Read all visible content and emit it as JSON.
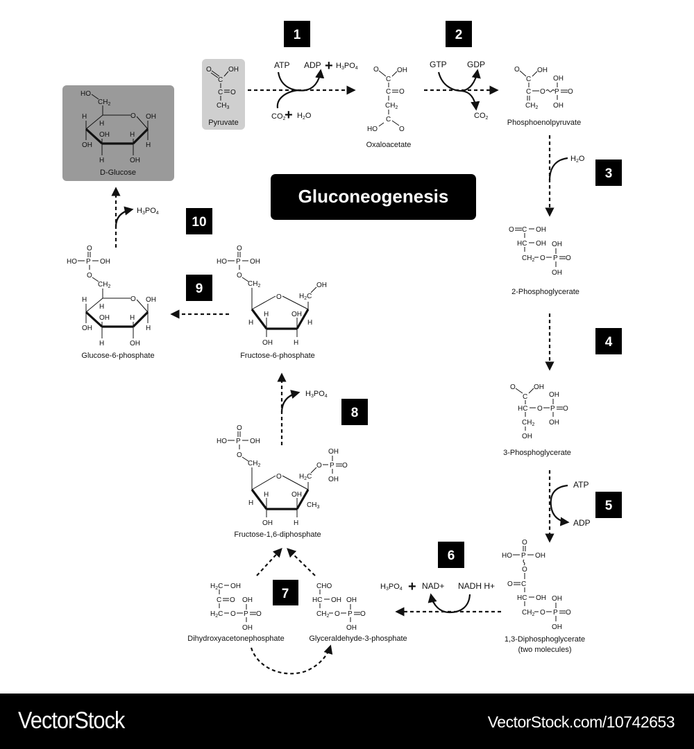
{
  "title": "Gluconeogenesis",
  "steps": [
    "1",
    "2",
    "3",
    "4",
    "5",
    "6",
    "7",
    "8",
    "9",
    "10"
  ],
  "colors": {
    "glucose_box": "#9a9a9a",
    "pyruvate_box": "#cfcfcf",
    "step_box": "#000000",
    "title_box": "#000000"
  },
  "molecules": {
    "d_glucose": "D-Glucose",
    "pyruvate": "Pyruvate",
    "oxaloacetate": "Oxaloacetate",
    "phosphoenolpyruvate": "Phosphoenolpyruvate",
    "phosphoglycerate_2": "2-Phosphoglycerate",
    "phosphoglycerate_3": "3-Phosphoglycerate",
    "diphosphoglycerate_13": "1,3-Diphosphoglycerate",
    "diphosphoglycerate_note": "(two molecules)",
    "glyceraldehyde_3p": "Glyceraldehyde-3-phosphate",
    "dihydroxyacetone_p": "Dihydroxyacetonephosphate",
    "fructose_16dp": "Fructose-1,6-diphosphate",
    "fructose_6p": "Fructose-6-phosphate",
    "glucose_6p": "Glucose-6-phosphate"
  },
  "reactants": {
    "s1_in": "ATP",
    "s1_out": "ADP",
    "s1_out2": "H3PO4",
    "s1_in2": "CO2",
    "s1_in3": "H2O",
    "s2_in": "GTP",
    "s2_out": "GDP",
    "s2_out2": "CO2",
    "s3_out": "H2O",
    "s5_in": "ATP",
    "s5_out": "ADP",
    "s6_out1": "H3PO4",
    "s6_out2": "NAD+",
    "s6_in": "NADH H+",
    "s8_out": "H3PO4",
    "s10_out": "H3PO4"
  },
  "footer": {
    "brand": "VectorStock",
    "ref": "VectorStock.com/10742653"
  }
}
